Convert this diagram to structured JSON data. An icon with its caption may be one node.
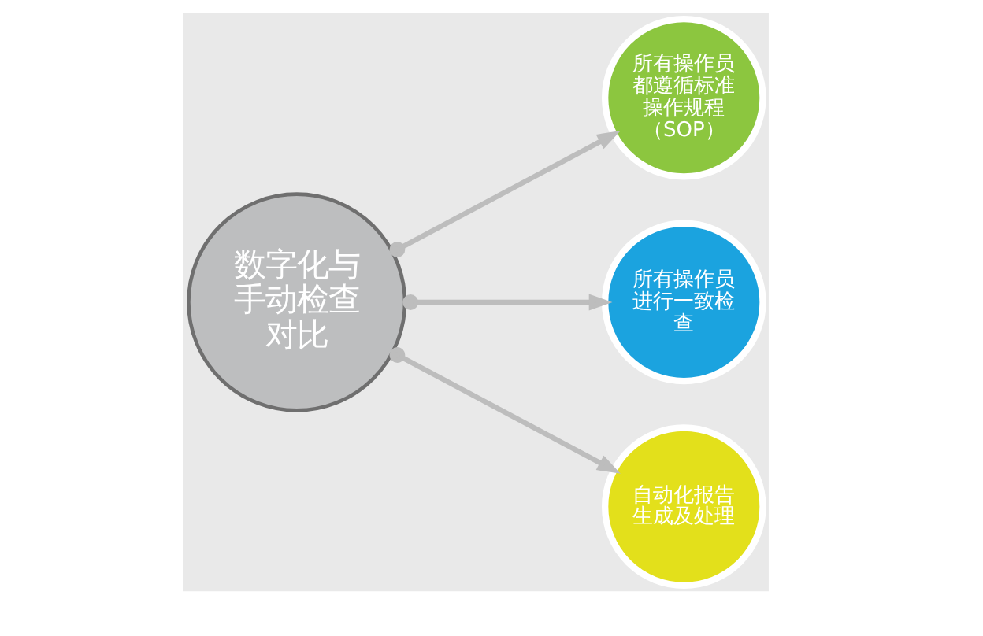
{
  "diagram": {
    "nodes": [
      {
        "text": [
          "数字化与手动检查对比"
        ]
      },
      {
        "text": [
          "所有操作员都遵循标准操作规程（SOP）"
        ]
      },
      {
        "text": [
          "所有操作员进行一致检查"
        ]
      },
      {
        "text": [
          "自动化报告生成及处理"
        ]
      }
    ],
    "edges": [
      {
        "from": 0,
        "to": 1,
        "arrow": "to"
      },
      {
        "from": 0,
        "to": 2,
        "arrow": "to"
      },
      {
        "from": 0,
        "to": 3,
        "arrow": "to"
      }
    ]
  }
}
